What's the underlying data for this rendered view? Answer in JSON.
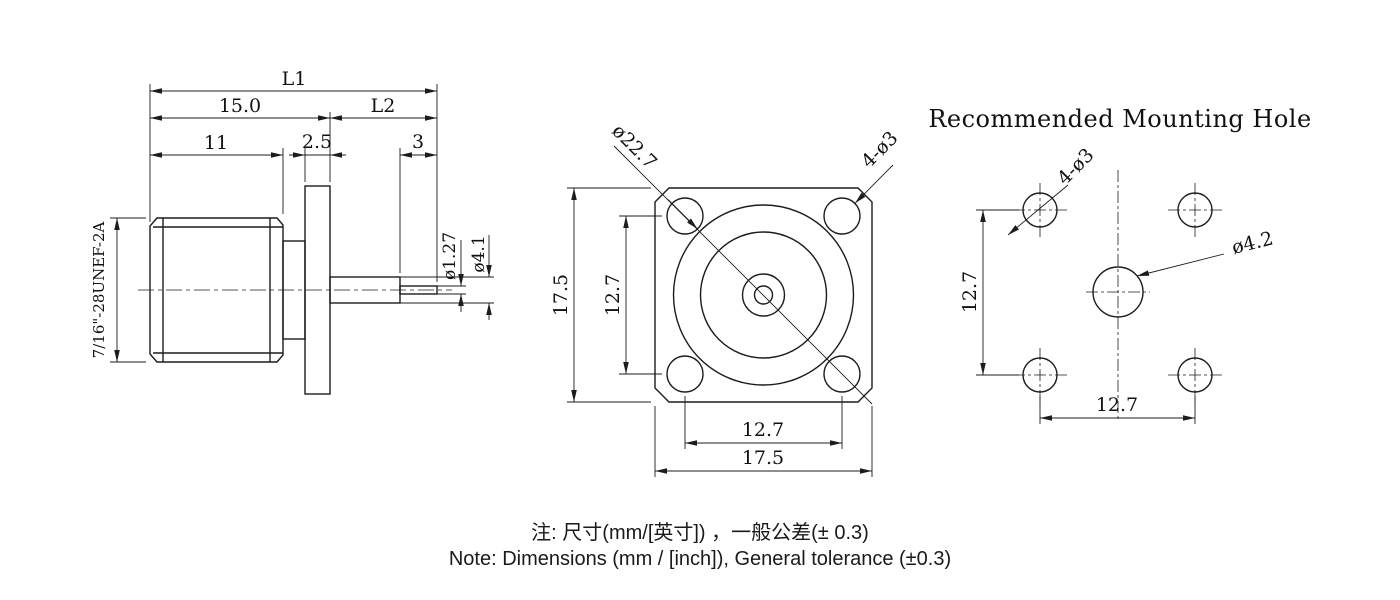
{
  "views": {
    "side": {
      "dims": {
        "l1": "L1",
        "len15": "15.0",
        "l2": "L2",
        "len11": "11",
        "len2_5": "2.5",
        "len3": "3",
        "dia1_27": "ø1.27",
        "dia4_1": "ø4.1",
        "thread": "7/16\"-28UNEF-2A"
      }
    },
    "front": {
      "dims": {
        "dia22_7": "ø22.7",
        "holes": "4-ø3",
        "height17_5": "17.5",
        "height12_7": "12.7",
        "width12_7": "12.7",
        "width17_5": "17.5"
      }
    },
    "mounting": {
      "title": "Recommended Mounting Hole",
      "dims": {
        "holes": "4-ø3",
        "dia4_2": "ø4.2",
        "v12_7": "12.7",
        "h12_7": "12.7"
      }
    }
  },
  "notes": {
    "line1": "注: 尺寸(mm/[英寸]) ，一般公差(± 0.3)",
    "line2": "Note: Dimensions (mm / [inch]), General tolerance (±0.3)"
  },
  "colors": {
    "line": "#1c1c1c",
    "background": "#ffffff"
  }
}
